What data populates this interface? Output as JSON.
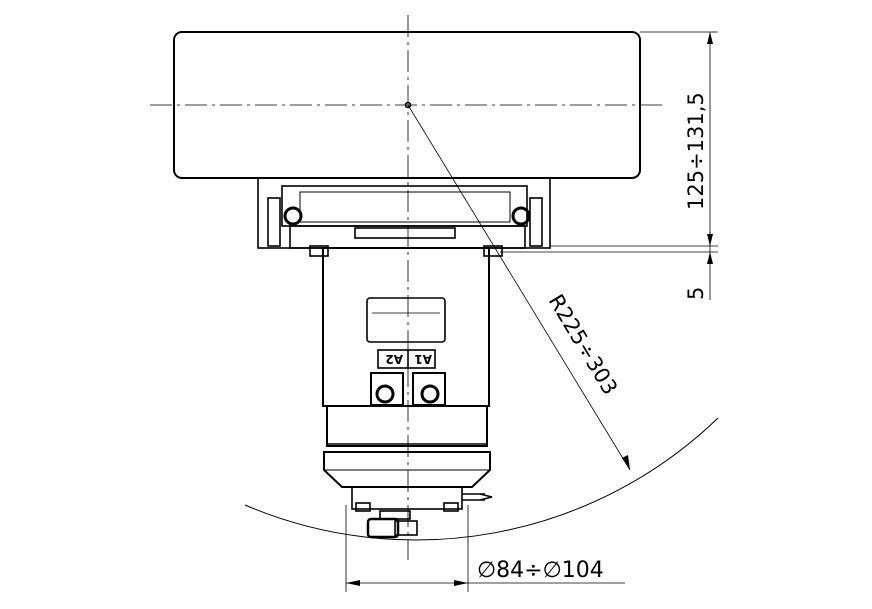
{
  "title": "Technical drawing - motor assembly",
  "dimensions": {
    "height_range": "125÷131,5",
    "offset": "5",
    "radius_range": "R225÷303",
    "diameter_range": "∅84÷∅104"
  },
  "terminal_labels": {
    "a1": "A1",
    "a2": "A2"
  }
}
